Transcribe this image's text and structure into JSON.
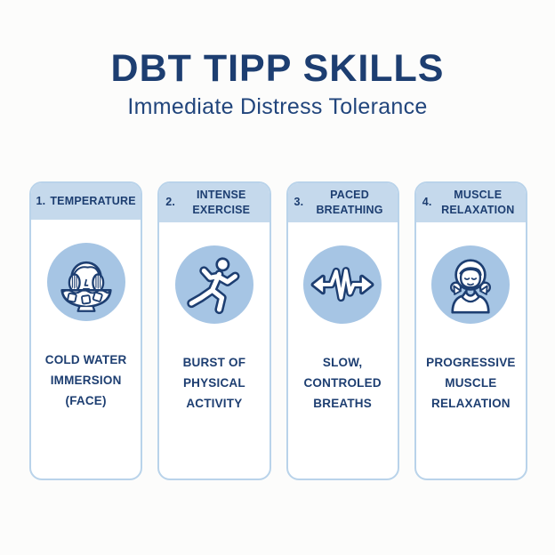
{
  "page": {
    "title": "DBT TIPP SKILLS",
    "subtitle": "Immediate Distress Tolerance"
  },
  "colors": {
    "navy_text": "#1d3e71",
    "header_band": "#c5d9ec",
    "icon_circle": "#a6c5e4",
    "card_border": "#b9d3ea",
    "background": "#fcfcfb"
  },
  "cards": [
    {
      "number": "1.",
      "header": "TEMPERATURE",
      "icon": "cold-water-face-icon",
      "body": "COLD WATER\nIMMERSION\n(FACE)"
    },
    {
      "number": "2.",
      "header": "INTENSE EXERCISE",
      "icon": "running-figure-icon",
      "body": "BURST OF\nPHYSICAL\nACTIVITY"
    },
    {
      "number": "3.",
      "header": "PACED BREATHING",
      "icon": "breath-wave-icon",
      "body": "SLOW,\nCONTROLED\nBREATHS"
    },
    {
      "number": "4.",
      "header": "MUSCLE RELAXATION",
      "icon": "muscle-relaxation-icon",
      "body": "PROGRESSIVE\nMUSCLE\nRELAXATION"
    }
  ]
}
